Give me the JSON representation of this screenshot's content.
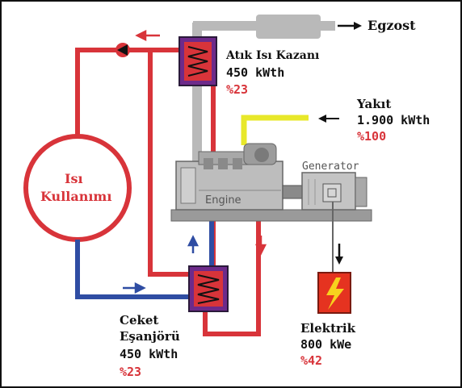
{
  "labels": {
    "exhaust": "Egzost",
    "heat_use": [
      "Isı",
      "Kullanımı"
    ],
    "waste_heat_boiler": {
      "name": "Atık Isı Kazanı",
      "value": "450 kWth",
      "percent": "%23"
    },
    "fuel": {
      "name": "Yakıt",
      "value": "1.900 kWth",
      "percent": "%100"
    },
    "jacket_exchanger": {
      "name_line1": "Ceket",
      "name_line2": "Eşanjörü",
      "value": "450 kWth",
      "percent": "%23"
    },
    "electricity": {
      "name": "Elektrik",
      "value": "800 kWe",
      "percent": "%42"
    },
    "engine": "Engine",
    "generator": "Generator"
  },
  "colors": {
    "hot_pipe": "#d8343a",
    "cold_pipe": "#2f4da3",
    "exhaust_pipe": "#b9b9b9",
    "fuel_pipe": "#e8e82a",
    "percent_text": "#d8343a",
    "electric_box": "#e53320",
    "electric_bolt": "#f7d21e"
  }
}
